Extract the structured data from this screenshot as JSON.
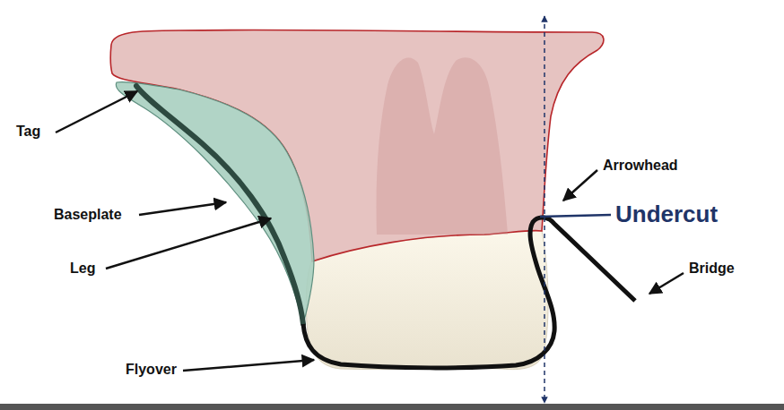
{
  "diagram": {
    "labels": [
      "Tag",
      "Baseplate",
      "Leg",
      "Flyover",
      "Arrowhead",
      "Undercut",
      "Bridge"
    ]
  }
}
